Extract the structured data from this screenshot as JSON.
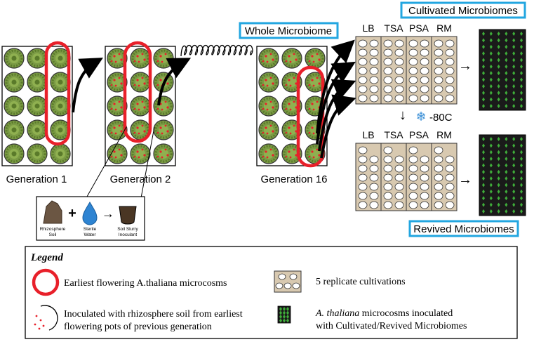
{
  "labels": {
    "cultivated": "Cultivated Microbiomes",
    "whole": "Whole Microbiome",
    "revived": "Revived Microbiomes",
    "gen1": "Generation 1",
    "gen2": "Generation 2",
    "gen16": "Generation 16",
    "temp": "-80C"
  },
  "media": [
    "LB",
    "TSA",
    "PSA",
    "RM"
  ],
  "inoculum": {
    "soil": [
      "Rhizosphere",
      "Soil"
    ],
    "water": [
      "Sterile",
      "Water"
    ],
    "slurry": [
      "Soil Slurry",
      "Inoculant"
    ],
    "plus": "+",
    "arrow": "→"
  },
  "legend": {
    "title": "Legend",
    "red_ring": "Earliest flowering A.thaliana microcosms",
    "inoculated": [
      "Inoculated with rhizosphere soil from earliest",
      "flowering pots of previous generation"
    ],
    "replicates": "5 replicate cultivations",
    "microcosm_italic": "A. thaliana",
    "microcosm_rest": " microcosms inoculated",
    "microcosm_line2": "with Cultivated/Revived Microbiomes"
  },
  "colors": {
    "highlight_box": "#22a6e0",
    "red_ring": "#e8202a",
    "plant_green": "#6e8a3a",
    "plate_fill": "#d8c9b0",
    "tray": "#1a1a1a",
    "sprout": "#3fae3a",
    "snowflake": "#3a8fd6"
  }
}
